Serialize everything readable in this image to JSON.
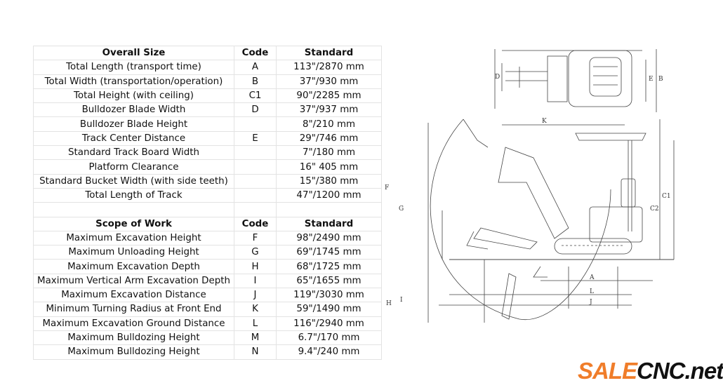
{
  "overall": {
    "header": [
      "Overall Size",
      "Code",
      "Standard"
    ],
    "rows": [
      [
        "Total Length (transport time)",
        "A",
        "113\"/2870 mm"
      ],
      [
        "Total Width (transportation/operation)",
        "B",
        "37\"/930 mm"
      ],
      [
        "Total Height (with ceiling)",
        "C1",
        "90\"/2285 mm"
      ],
      [
        "Bulldozer Blade Width",
        "D",
        "37\"/937 mm"
      ],
      [
        "Bulldozer Blade Height",
        "",
        "8\"/210 mm"
      ],
      [
        "Track Center Distance",
        "E",
        "29\"/746 mm"
      ],
      [
        "Standard Track Board Width",
        "",
        "7\"/180 mm"
      ],
      [
        "Platform Clearance",
        "",
        "16\" 405 mm"
      ],
      [
        "Standard Bucket Width (with side teeth)",
        "",
        "15\"/380 mm"
      ],
      [
        "Total Length of Track",
        "",
        "47\"/1200 mm"
      ]
    ]
  },
  "work": {
    "header": [
      "Scope of Work",
      "Code",
      "Standard"
    ],
    "rows": [
      [
        "Maximum Excavation Height",
        "F",
        "98\"/2490 mm"
      ],
      [
        "Maximum Unloading Height",
        "G",
        "69\"/1745 mm"
      ],
      [
        "Maximum Excavation Depth",
        "H",
        "68\"/1725 mm"
      ],
      [
        "Maximum Vertical Arm Excavation Depth",
        "I",
        "65\"/1655 mm"
      ],
      [
        "Maximum Excavation Distance",
        "J",
        "119\"/3030 mm"
      ],
      [
        "Minimum Turning Radius at Front End",
        "K",
        "59\"/1490 mm"
      ],
      [
        "Maximum Excavation Ground Distance",
        "L",
        "116\"/2940 mm"
      ],
      [
        "Maximum Bulldozing Height",
        "M",
        "6.7\"/170 mm"
      ],
      [
        "Maximum Bulldozing Height",
        "N",
        "9.4\"/240 mm"
      ]
    ]
  },
  "drawing_labels": {
    "A": "A",
    "B": "B",
    "C1": "C1",
    "C2": "C2",
    "D": "D",
    "E": "E",
    "F": "F",
    "G": "G",
    "H": "H",
    "I": "I",
    "J": "J",
    "K": "K",
    "L": "L"
  },
  "logo": {
    "part1": "SALE",
    "part2": "CNC.net"
  }
}
